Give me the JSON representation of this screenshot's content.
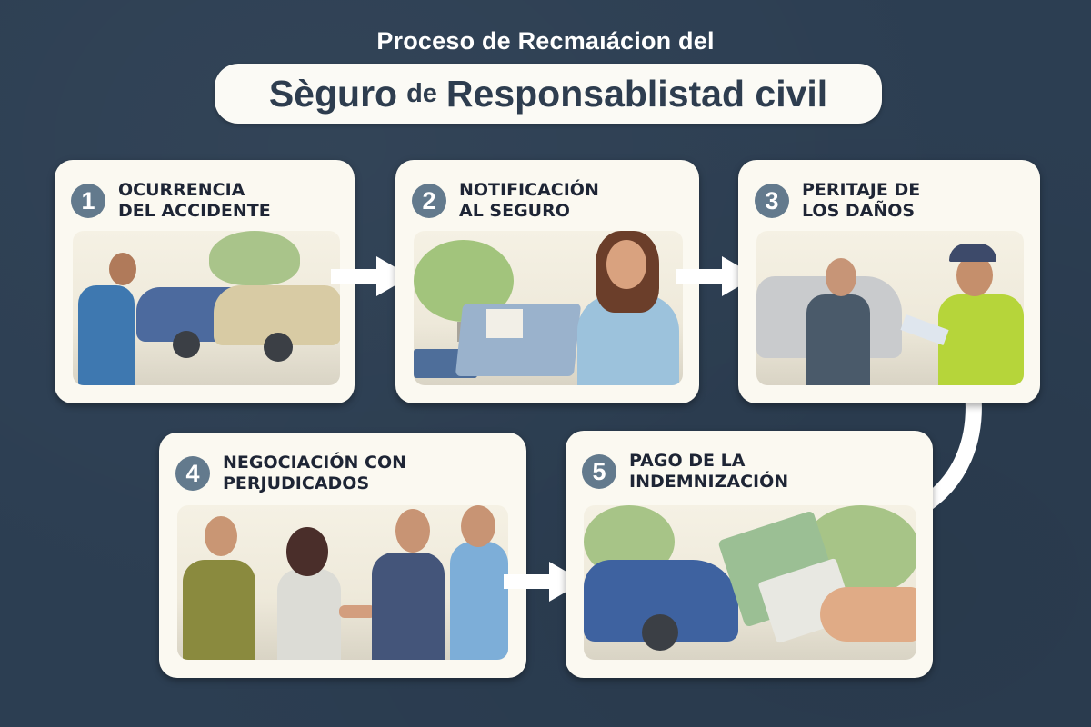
{
  "header": {
    "supertitle": "Proceso de Recmaıácion del",
    "title_part1": "Sèguro",
    "title_part2": "de",
    "title_part3": "Responsablistad civil"
  },
  "colors": {
    "background": "#2c3e52",
    "card": "#fbf9f1",
    "number_badge": "#637a8d",
    "label_text": "#1e2535",
    "title_text": "#2e3d4f",
    "arrow": "#ffffff"
  },
  "steps": [
    {
      "number": "1",
      "label": "OCURRENCIA\nDEL ACCIDENTE",
      "illustration": "man-photographing-car-collision"
    },
    {
      "number": "2",
      "label": "NOTIFICACIÓN\nAL SEGURO",
      "illustration": "woman-on-phone-with-laptop"
    },
    {
      "number": "3",
      "label": "PERITAJE DE\nLOS DAÑOS",
      "illustration": "inspector-with-clipboard-and-businessman"
    },
    {
      "number": "4",
      "label": "NEGOCIACIÓN CON\nPERJUDICADOS",
      "illustration": "people-shaking-hands"
    },
    {
      "number": "5",
      "label": "PAGO DE LA\nINDEMNIZACIÓN",
      "illustration": "hand-with-money-and-envelope-blue-car"
    }
  ],
  "connectors": [
    {
      "from": "1",
      "to": "2",
      "type": "arrow-right"
    },
    {
      "from": "2",
      "to": "3",
      "type": "arrow-right"
    },
    {
      "from": "3",
      "to": "5",
      "type": "curved-line"
    },
    {
      "from": "4",
      "to": "5",
      "type": "arrow-right"
    }
  ]
}
